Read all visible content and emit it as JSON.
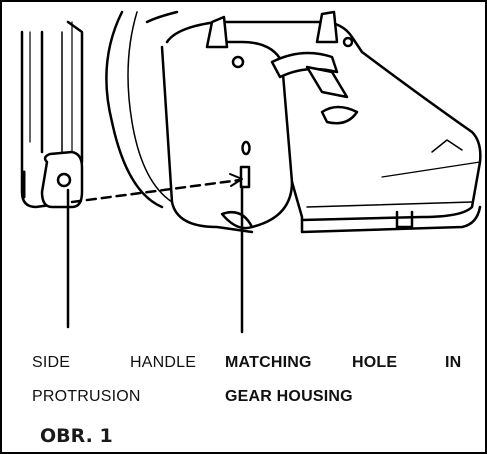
{
  "labels": {
    "left": {
      "line1_a": "SIDE",
      "line1_b": "HANDLE",
      "line2": "PROTRUSION"
    },
    "right": {
      "line1_a": "MATCHING",
      "line1_b": "HOLE",
      "line1_c": "IN",
      "line2": "GEAR HOUSING"
    }
  },
  "caption": "OBR. 1",
  "colors": {
    "ink": "#000000",
    "paper": "#ffffff"
  }
}
